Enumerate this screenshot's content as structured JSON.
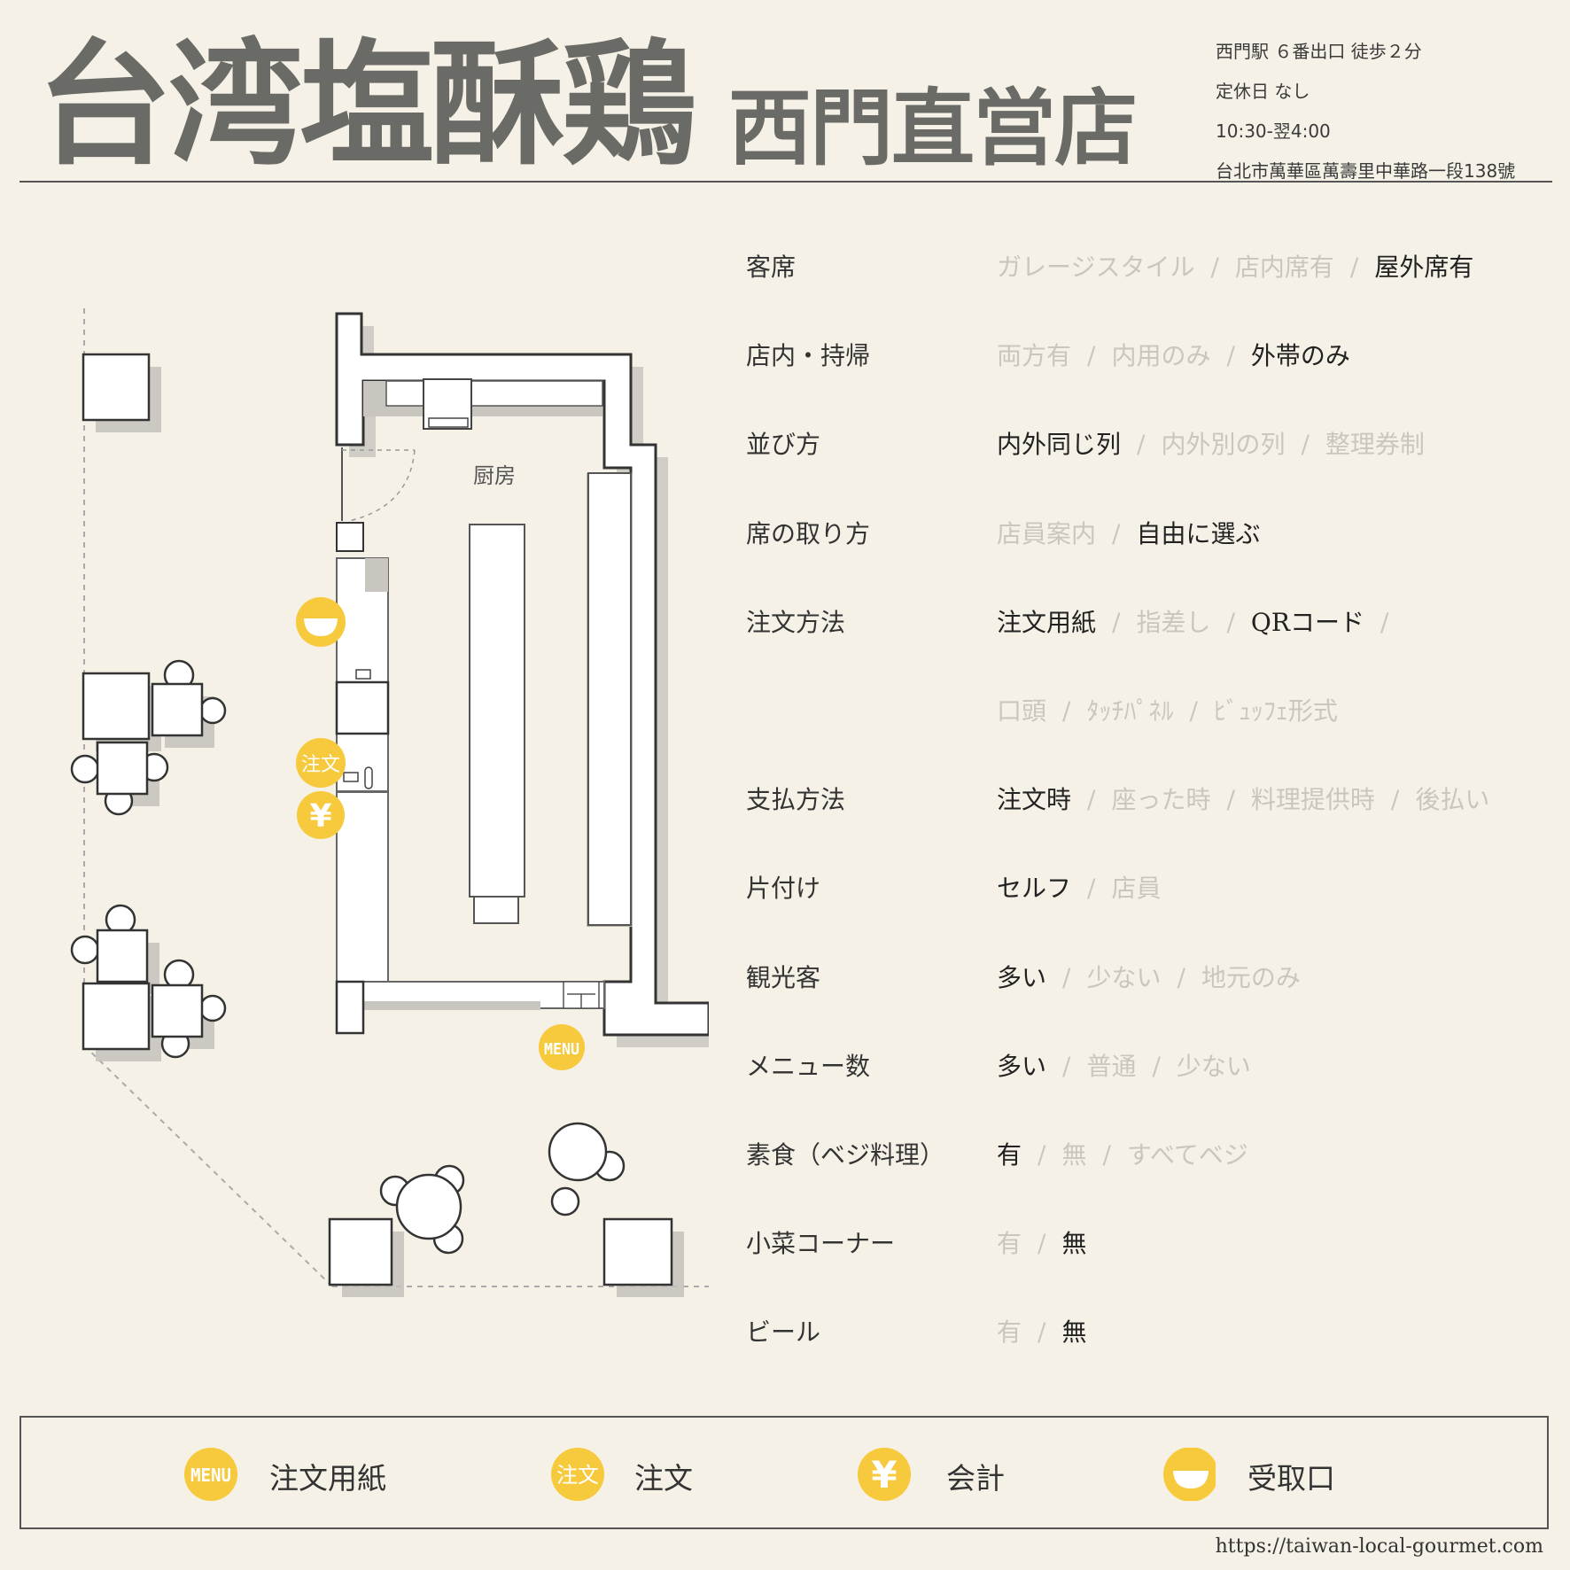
{
  "header": {
    "title": "台湾塩酥鶏",
    "subtitle": "西門直営店",
    "access": "西門駅 ６番出口 徒歩２分",
    "holiday": "定休日 なし",
    "hours": "10:30-翌4:00",
    "address": "台北市萬華區萬壽里中華路一段138號"
  },
  "floorplan": {
    "kitchen_label": "厨房",
    "badge_order": "注文",
    "badge_pay": "¥",
    "badge_menu": "MENU"
  },
  "attributes": [
    {
      "label": "客席",
      "options": [
        {
          "text": "ガレージスタイル",
          "on": false
        },
        {
          "text": "店内席有",
          "on": false
        },
        {
          "text": "屋外席有",
          "on": true
        }
      ]
    },
    {
      "label": "店内・持帰",
      "options": [
        {
          "text": "両方有",
          "on": false
        },
        {
          "text": "内用のみ",
          "on": false
        },
        {
          "text": "外帯のみ",
          "on": true
        }
      ]
    },
    {
      "label": "並び方",
      "options": [
        {
          "text": "内外同じ列",
          "on": true
        },
        {
          "text": "内外別の列",
          "on": false
        },
        {
          "text": "整理券制",
          "on": false
        }
      ]
    },
    {
      "label": "席の取り方",
      "options": [
        {
          "text": "店員案内",
          "on": false
        },
        {
          "text": "自由に選ぶ",
          "on": true
        }
      ]
    },
    {
      "label": "注文方法",
      "options": [
        {
          "text": "注文用紙",
          "on": true
        },
        {
          "text": "指差し",
          "on": false
        },
        {
          "text": "QRコード",
          "on": true
        }
      ],
      "trailing_sep": true
    },
    {
      "label": "",
      "options": [
        {
          "text": "口頭",
          "on": false
        },
        {
          "text": "ﾀｯﾁﾊﾟﾈﾙ",
          "on": false
        },
        {
          "text": "ﾋﾞｭｯﾌｪ形式",
          "on": false
        }
      ]
    },
    {
      "label": "支払方法",
      "options": [
        {
          "text": "注文時",
          "on": true
        },
        {
          "text": "座った時",
          "on": false
        },
        {
          "text": "料理提供時",
          "on": false
        },
        {
          "text": "後払い",
          "on": false
        }
      ]
    },
    {
      "label": "片付け",
      "options": [
        {
          "text": "セルフ",
          "on": true
        },
        {
          "text": "店員",
          "on": false
        }
      ]
    },
    {
      "label": "観光客",
      "options": [
        {
          "text": "多い",
          "on": true
        },
        {
          "text": "少ない",
          "on": false
        },
        {
          "text": "地元のみ",
          "on": false
        }
      ]
    },
    {
      "label": "メニュー数",
      "options": [
        {
          "text": "多い",
          "on": true
        },
        {
          "text": "普通",
          "on": false
        },
        {
          "text": "少ない",
          "on": false
        }
      ]
    },
    {
      "label": "素食（ベジ料理）",
      "options": [
        {
          "text": "有",
          "on": true
        },
        {
          "text": "無",
          "on": false
        },
        {
          "text": "すべてベジ",
          "on": false
        }
      ]
    },
    {
      "label": "小菜コーナー",
      "options": [
        {
          "text": "有",
          "on": false
        },
        {
          "text": "無",
          "on": true
        }
      ]
    },
    {
      "label": "ビール",
      "options": [
        {
          "text": "有",
          "on": false
        },
        {
          "text": "無",
          "on": true
        }
      ]
    }
  ],
  "legend": [
    {
      "icon": "menu-icon",
      "badge": "MENU",
      "text": "注文用紙"
    },
    {
      "icon": "order-icon",
      "badge": "注文",
      "text": "注文"
    },
    {
      "icon": "yen-icon",
      "badge": "¥",
      "text": "会計"
    },
    {
      "icon": "bowl-icon",
      "badge": "",
      "text": "受取口"
    }
  ],
  "footer": {
    "url": "https://taiwan-local-gourmet.com"
  },
  "colors": {
    "background": "#f5f1e6",
    "badge": "#f7c93c",
    "title": "#6a6a66",
    "inactive": "#c9c6bc"
  }
}
